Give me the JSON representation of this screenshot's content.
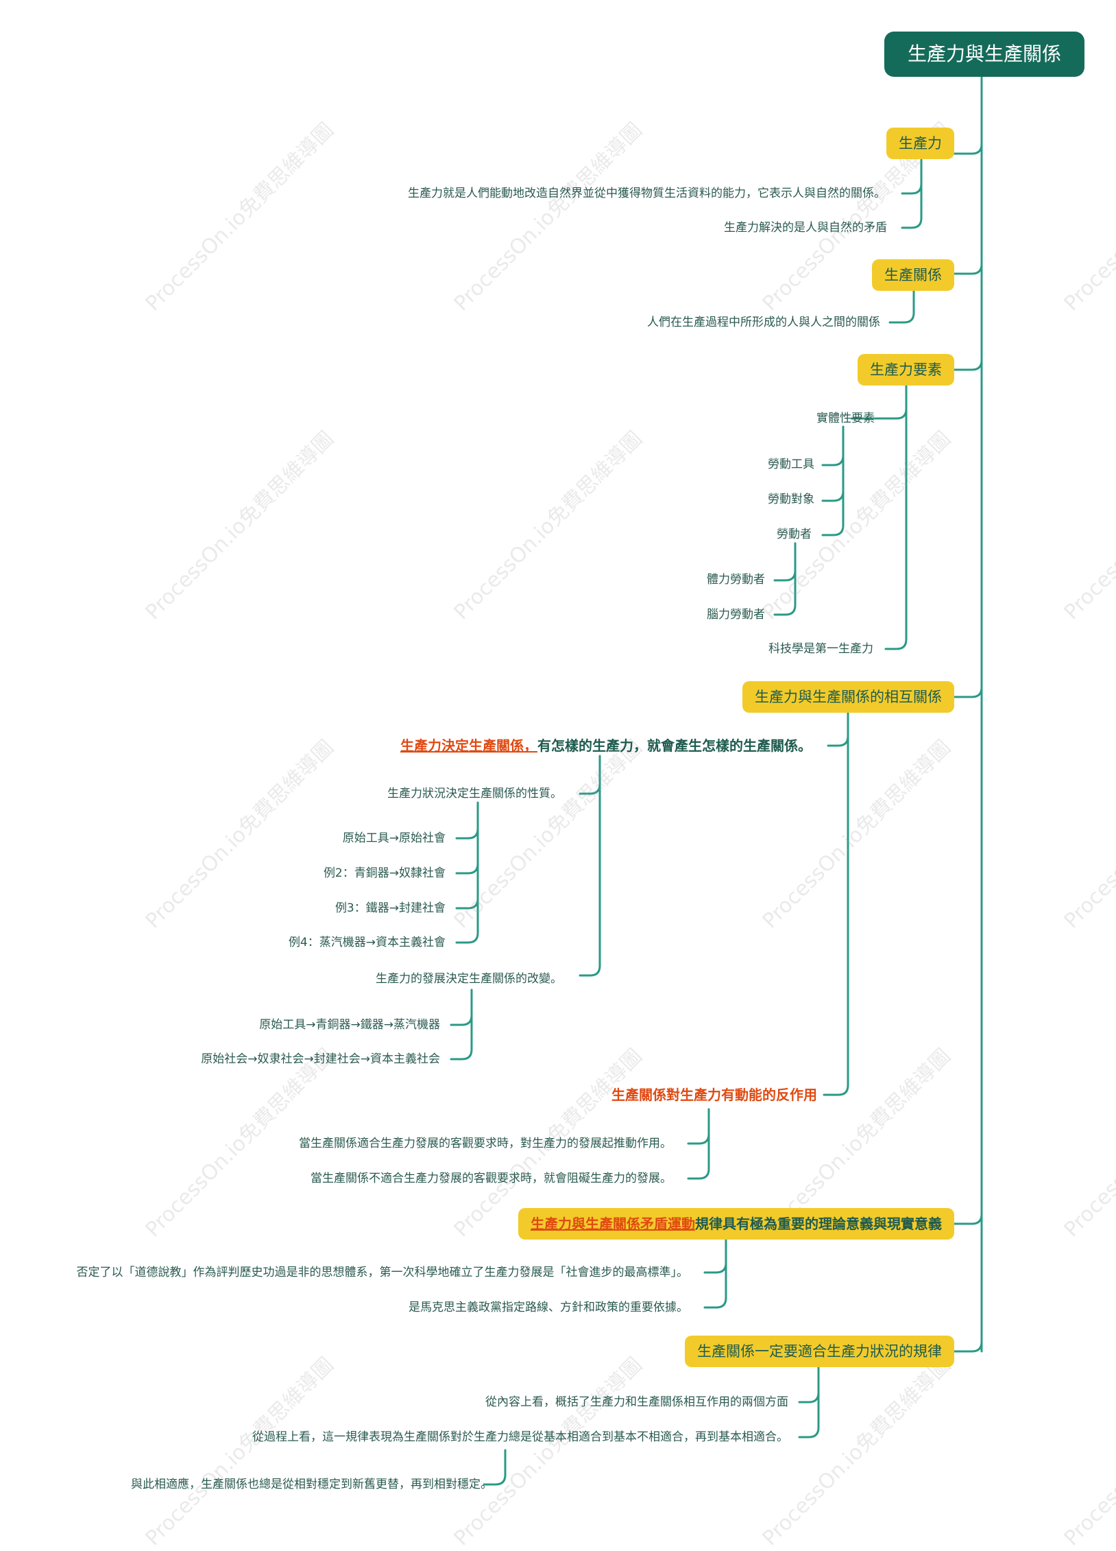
{
  "root": {
    "label": "生產力與生產關係"
  },
  "watermark": "ProcessOn.io免費思維導圖",
  "branches": [
    {
      "label": "生產力",
      "children": [
        "生產力就是人們能動地改造自然界並從中獲得物質生活資料的能力，它表示人與自然的關係。",
        "生產力解決的是人與自然的矛盾"
      ]
    },
    {
      "label": "生產關係",
      "children": [
        "人們在生產過程中所形成的人與人之間的關係"
      ]
    },
    {
      "label": "生產力要素",
      "children": {
        "entity": {
          "label": "實體性要素",
          "items": [
            "勞動工具",
            "勞動對象",
            "勞動者"
          ],
          "worker_types": [
            "體力勞動者",
            "腦力勞動者"
          ]
        },
        "science": "科技學是第一生產力"
      }
    },
    {
      "label": "生產力與生產關係的相互關係",
      "children": {
        "decides": {
          "label_red": "生產力決定生產關係，",
          "label_rest": "有怎樣的生產力，就會產生怎樣的生產關係。",
          "nature": {
            "label": "生產力狀況決定生產關係的性質。",
            "examples": [
              "原始工具→原始社會",
              "例2：青銅器→奴隸社會",
              "例3：鐵器→封建社會",
              "例4：蒸汽機器→資本主義社會"
            ]
          },
          "change": {
            "label": "生產力的發展決定生產關係的改變。",
            "examples": [
              "原始工具→青銅器→鐵器→蒸汽機器",
              "原始社会→奴隶社会→封建社会→資本主義社会"
            ]
          }
        },
        "reaction": {
          "label": "生產關係對生產力有動能的反作用",
          "items": [
            "當生產關係適合生產力發展的客觀要求時，對生產力的發展起推動作用。",
            "當生產關係不適合生產力發展的客觀要求時，就會阻礙生產力的發展。"
          ]
        }
      }
    },
    {
      "label_red": "生產力與生產關係矛盾運動",
      "label_rest": "規律具有極為重要的理論意義與現實意義",
      "children": [
        "否定了以「道德說教」作為評判歷史功過是非的思想體系，第一次科學地確立了生產力發展是「社會進步的最高標準」。",
        "是馬克思主義政黨指定路線、方針和政策的重要依據。"
      ]
    },
    {
      "label": "生產關係一定要適合生產力狀況的規律",
      "children": {
        "content": "從內容上看，概括了生產力和生產關係相互作用的兩個方面",
        "process": "從過程上看，這一規律表現為生產關係對於生產力總是從基本相適合到基本不相適合，再到基本相適合。",
        "sub": "與此相適應，生產關係也總是從相對穩定到新舊更替，再到相對穩定。"
      }
    }
  ],
  "colors": {
    "root": "#156b5a",
    "topic": "#f2cb2a",
    "line": "#2a9a86",
    "text": "#2a5a50",
    "accent": "#e04a12"
  }
}
